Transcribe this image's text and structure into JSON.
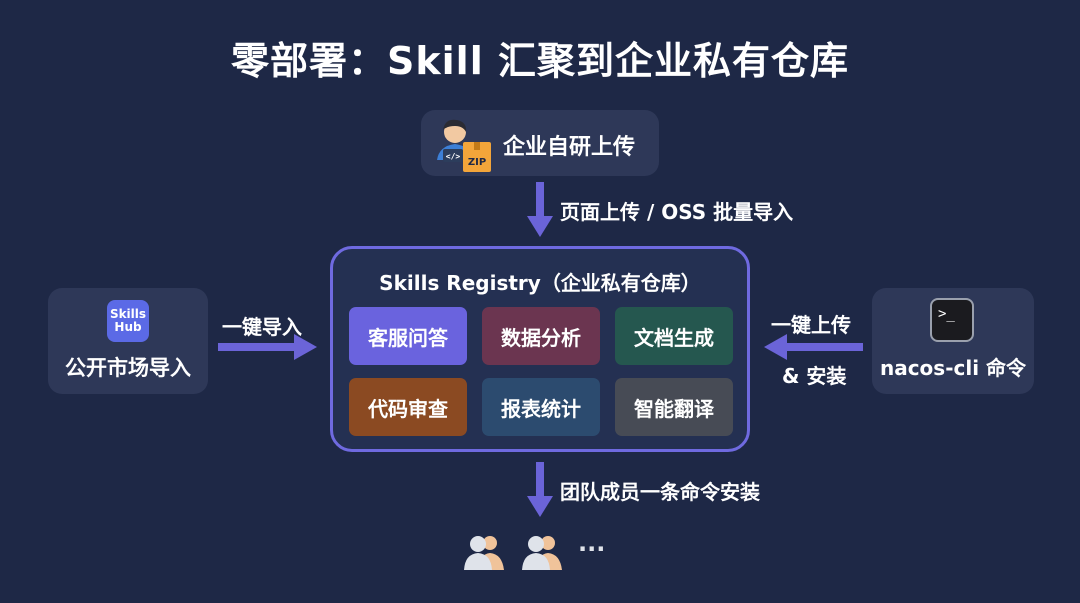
{
  "title": "零部署：Skill 汇聚到企业私有仓库",
  "colors": {
    "background": "#1e2846",
    "box": "#2e3858",
    "arrow": "#6b64d8",
    "registry_border": "#6f6ae0"
  },
  "top_source": {
    "label": "企业自研上传",
    "icon": "developer-zip-icon",
    "zip_text": "ZIP",
    "code_text": "</>"
  },
  "top_arrow_label": "页面上传 / OSS 批量导入",
  "left_source": {
    "label": "公开市场导入",
    "icon_line1": "Skills",
    "icon_line2": "Hub"
  },
  "left_arrow_label": "一键导入",
  "right_source": {
    "label": "nacos-cli 命令",
    "icon": "terminal-icon",
    "icon_text": ">_"
  },
  "right_arrow_label_1": "一键上传",
  "right_arrow_label_2": "& 安装",
  "registry": {
    "title": "Skills Registry（企业私有仓库）",
    "skills": [
      {
        "label": "客服问答",
        "color": "#6a63de"
      },
      {
        "label": "数据分析",
        "color": "#6b3550"
      },
      {
        "label": "文档生成",
        "color": "#25574f"
      },
      {
        "label": "代码审查",
        "color": "#8b4a22"
      },
      {
        "label": "报表统计",
        "color": "#2c4b6f"
      },
      {
        "label": "智能翻译",
        "color": "#474b55"
      }
    ]
  },
  "bottom_arrow_label": "团队成员一条命令安装",
  "team": {
    "icon": "team-member-icon",
    "ellipsis": "···"
  }
}
